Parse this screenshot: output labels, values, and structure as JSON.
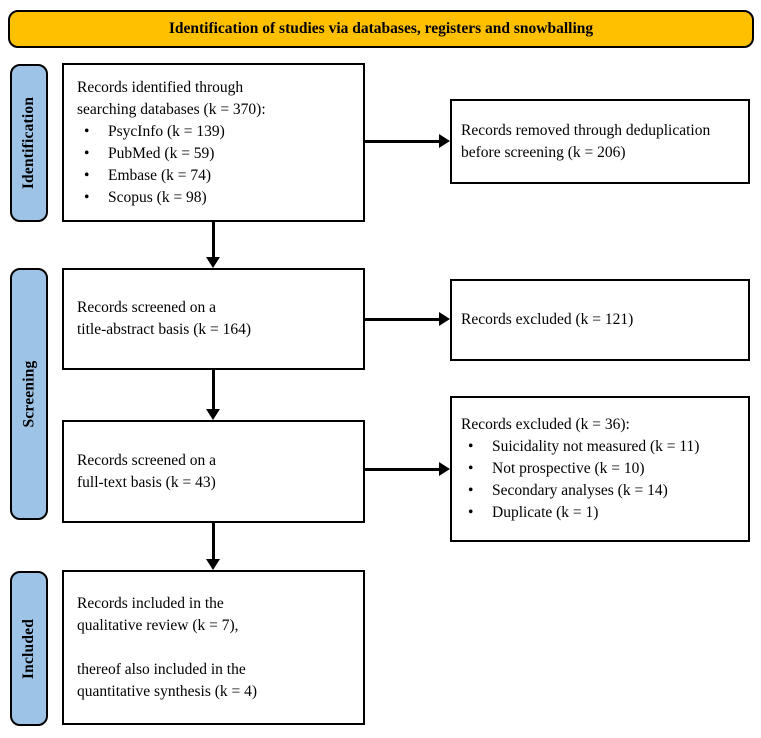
{
  "banner": {
    "title": "Identification of studies via databases, registers and snowballing"
  },
  "stage_labels": {
    "identification": "Identification",
    "screening": "Screening",
    "included": "Included"
  },
  "glyphs": {
    "bullet": "•"
  },
  "colors": {
    "banner_bg": "#FFC000",
    "stage_label_bg": "#9DC3E6",
    "box_bg": "#FFFFFF",
    "border": "#000000"
  },
  "boxes": {
    "records_identified": {
      "line1": "Records identified through",
      "line2": "searching databases (k = 370):",
      "bullets": [
        "PsycInfo (k = 139)",
        "PubMed (k = 59)",
        "Embase (k = 74)",
        "Scopus (k = 98)"
      ]
    },
    "records_removed_dedup": {
      "line1": "Records removed through deduplication",
      "line2": "before screening (k = 206)"
    },
    "screened_title_abstract": {
      "line1": "Records screened on a",
      "line2": "title-abstract basis (k = 164)"
    },
    "excluded_title_abstract": {
      "line1": "Records excluded (k = 121)"
    },
    "screened_full_text": {
      "line1": "Records screened on a",
      "line2": "full-text basis (k = 43)"
    },
    "excluded_full_text": {
      "line1": "Records excluded (k = 36):",
      "bullets": [
        "Suicidality not measured (k = 11)",
        "Not prospective (k = 10)",
        "Secondary analyses (k = 14)",
        "Duplicate (k = 1)"
      ]
    },
    "included": {
      "line1": "Records included in the",
      "line2": "qualitative review (k = 7),",
      "line3": "thereof also included in the",
      "line4": "quantitative synthesis (k = 4)"
    }
  }
}
